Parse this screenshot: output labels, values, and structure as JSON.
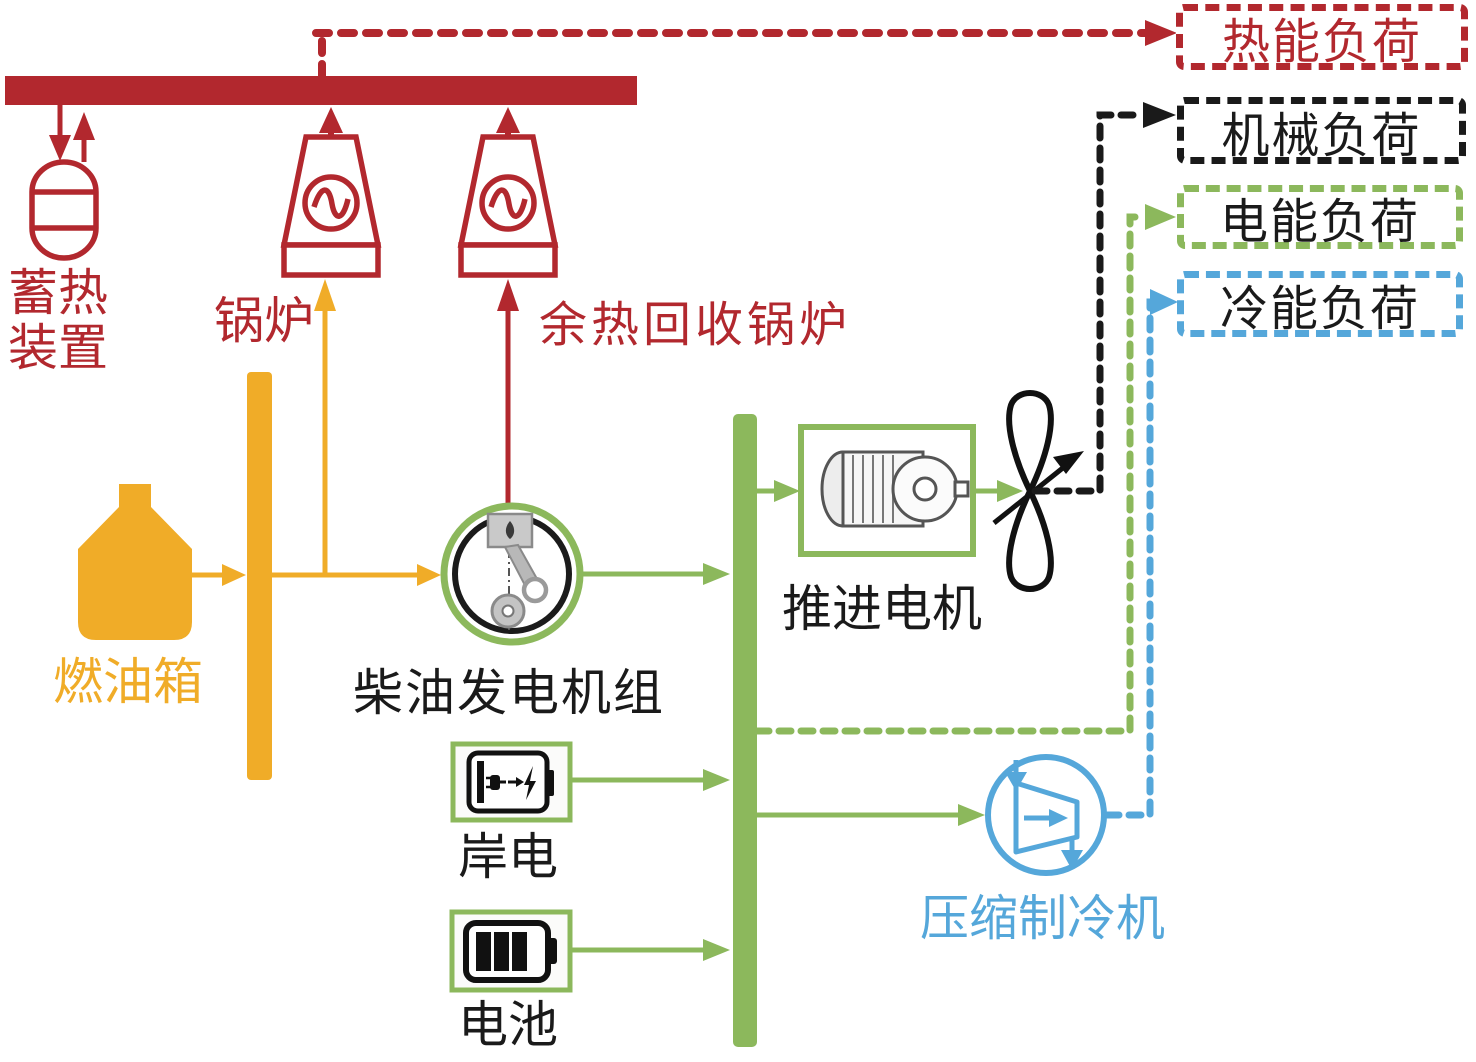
{
  "diagram_title": "ship-integrated-energy-system-diagram",
  "colors": {
    "thermal_red": "#b2282e",
    "fuel_orange": "#f0ac28",
    "electric_green": "#8cb85c",
    "cooling_blue": "#55a7da",
    "mechanical_black": "#1a1a1a"
  },
  "components": {
    "heat_storage": {
      "label_line1": "蓄热",
      "label_line2": "装置"
    },
    "boiler": {
      "label": "锅炉"
    },
    "waste_heat_boiler": {
      "label": "余热回收锅炉"
    },
    "fuel_tank": {
      "label": "燃油箱"
    },
    "diesel_genset": {
      "label": "柴油发电机组"
    },
    "propulsion_motor": {
      "label": "推进电机"
    },
    "shore_power": {
      "label": "岸电"
    },
    "battery": {
      "label": "电池"
    },
    "chiller": {
      "label": "压缩制冷机"
    }
  },
  "loads": {
    "thermal": {
      "label": "热能负荷",
      "color": "#b2282e",
      "text_color": "#b2282e"
    },
    "mechanical": {
      "label": "机械负荷",
      "color": "#1a1a1a",
      "text_color": "#1a1a1a"
    },
    "electrical": {
      "label": "电能负荷",
      "color": "#8cb85c",
      "text_color": "#1a1a1a"
    },
    "cooling": {
      "label": "冷能负荷",
      "color": "#55a7da",
      "text_color": "#1a1a1a"
    }
  }
}
